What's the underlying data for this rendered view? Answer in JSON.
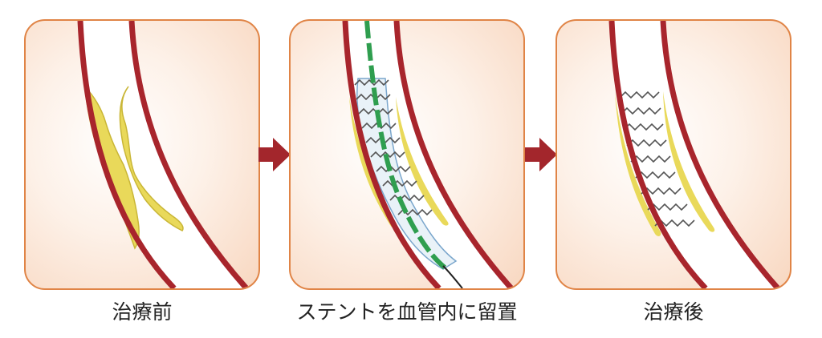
{
  "captions": {
    "before": "治療前",
    "during": "ステントを血管内に留置",
    "after": "治療後"
  },
  "colors": {
    "panel_border": "#e08446",
    "panel_fill": "#fbe4d3",
    "vessel_wall": "#a8252c",
    "plaque": "#e9d95a",
    "stent_wire": "#555555",
    "balloon_catheter": "#2f9e4f",
    "arrow": "#a3262c"
  },
  "icons": {
    "flow_arrow": "right-arrow-icon"
  }
}
